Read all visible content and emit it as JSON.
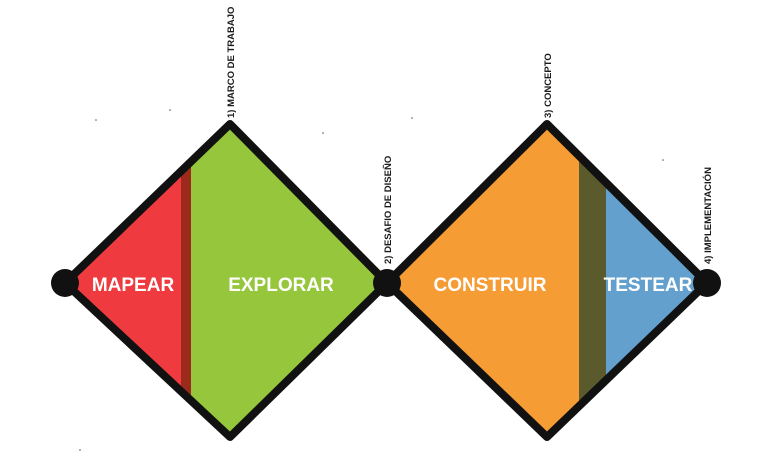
{
  "colors": {
    "mapear": "#ef3b3f",
    "mapear_edge": "#9b2a1d",
    "explorar": "#96c63c",
    "construir": "#f69c35",
    "construir_edge": "#5b5a2d",
    "testear": "#64a0cd",
    "outline": "#111111"
  },
  "phases": [
    {
      "id": "mapear",
      "label": "MAPEAR"
    },
    {
      "id": "explorar",
      "label": "EXPLORAR"
    },
    {
      "id": "construir",
      "label": "CONSTRUIR"
    },
    {
      "id": "testear",
      "label": "TESTEAR"
    }
  ],
  "milestones": [
    {
      "id": "marco",
      "label": "1) MARCO DE TRABAJO"
    },
    {
      "id": "desafio",
      "label": "2) DESAFIO DE DISEÑO"
    },
    {
      "id": "concepto",
      "label": "3) CONCEPTO"
    },
    {
      "id": "implementacion",
      "label": "4) IMPLEMENTACIÓN"
    }
  ]
}
